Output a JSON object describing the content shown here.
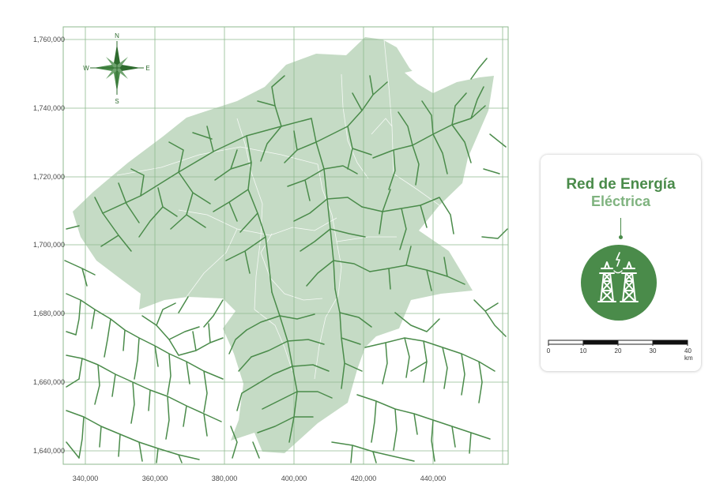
{
  "map": {
    "y_axis_labels": [
      "1,760,000",
      "1,740,000",
      "1,720,000",
      "1,700,000",
      "1,680,000",
      "1,660,000",
      "1,640,000"
    ],
    "x_axis_labels": [
      "340,000",
      "360,000",
      "380,000",
      "400,000",
      "420,000",
      "440,000"
    ],
    "compass": {
      "n": "N",
      "s": "S",
      "e": "E",
      "w": "W"
    },
    "colors": {
      "region_fill": "#c5dbc5",
      "network_line": "#4a8b4a",
      "grid": "#8fba8f",
      "boundary": "#ffffff"
    }
  },
  "legend": {
    "title_line1": "Red de Energía",
    "title_line2": "Eléctrica",
    "icon": "power-tower-icon",
    "scale": {
      "labels": [
        "0",
        "10",
        "20",
        "30",
        "40 km"
      ]
    }
  }
}
